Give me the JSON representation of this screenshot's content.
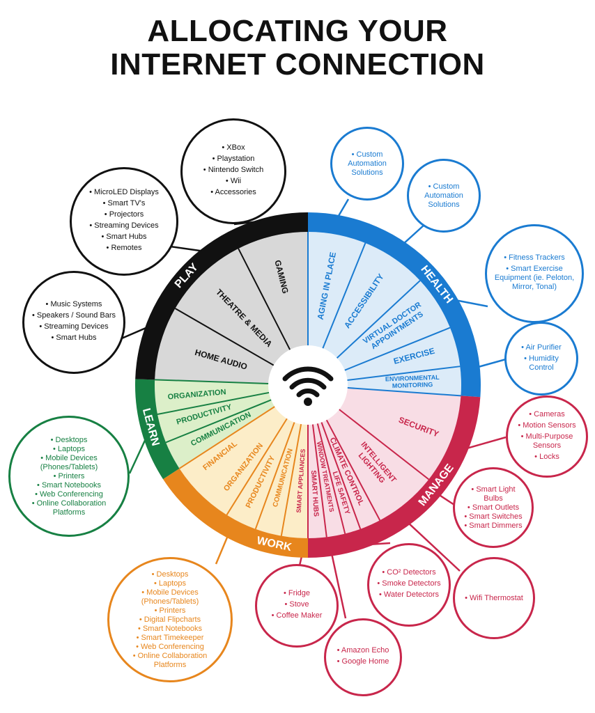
{
  "title": {
    "line1": "ALLOCATING YOUR",
    "line2": "INTERNET CONNECTION"
  },
  "colors": {
    "play": "#111111",
    "health": "#1a7bd1",
    "manage": "#c8264b",
    "work": "#e7861d",
    "learn": "#178043",
    "play_fill": "#d8d8d8",
    "health_fill": "#dcebf8",
    "manage_fill": "#f8dde5",
    "work_fill": "#fcedc8",
    "learn_fill": "#dcefc9"
  },
  "groups": {
    "play": "PLAY",
    "health": "HEALTH",
    "manage": "MANAGE",
    "work": "WORK",
    "learn": "LEARN"
  },
  "segments": {
    "gaming": "GAMING",
    "theatre": "THEATRE & MEDIA",
    "home_audio": "HOME AUDIO",
    "aging": "AGING IN PLACE",
    "accessibility": "ACCESSIBILITY",
    "virtual_doctor_1": "VIRTUAL DOCTOR",
    "virtual_doctor_2": "APPOINTMENTS",
    "exercise": "EXERCISE",
    "environmental_1": "ENVIRONMENTAL",
    "environmental_2": "MONITORING",
    "security": "SECURITY",
    "lighting_1": "INTELLIGENT",
    "lighting_2": "LIGHTING",
    "climate": "CLIMATE CONTROL",
    "life_safety": "LIFE SAFETY",
    "window": "WINDOW TREATMENTS",
    "smart_hubs": "SMART HUBS",
    "smart_appliances": "SMART APPLIANCES",
    "w_communication": "COMMUNICATION",
    "w_productivity": "PRODUCTIVITY",
    "w_organization": "ORGANIZATION",
    "financial": "FINANCIAL",
    "l_communication": "COMMUNICATION",
    "l_productivity": "PRODUCTIVITY",
    "l_organization": "ORGANIZATION"
  },
  "bubbles": {
    "gaming": [
      "XBox",
      "Playstation",
      "Nintendo Switch",
      "Wii",
      "Accessories"
    ],
    "theatre": [
      "MicroLED Displays",
      "Smart TV's",
      "Projectors",
      "Streaming Devices",
      "Smart Hubs",
      "Remotes"
    ],
    "audio": [
      "Music Systems",
      "Speakers / Sound Bars",
      "Streaming Devices",
      "Smart Hubs"
    ],
    "aging": [
      "Custom Automation Solutions"
    ],
    "accessibility": [
      "Custom Automation Solutions"
    ],
    "exercise": [
      "Fitness Trackers",
      "Smart Exercise Equipment (ie. Peloton, Mirror, Tonal)"
    ],
    "environment": [
      "Air Purifier",
      "Humidity Control"
    ],
    "security": [
      "Cameras",
      "Motion Sensors",
      "Multi-Purpose Sensors",
      "Locks"
    ],
    "lighting": [
      "Smart Light Bulbs",
      "Smart Outlets",
      "Smart Switches",
      "Smart Dimmers"
    ],
    "climate": [
      "Wifi Thermostat"
    ],
    "life_safety": [
      "CO² Detectors",
      "Smoke Detectors",
      "Water Detectors"
    ],
    "hubs": [
      "Amazon Echo",
      "Google Home"
    ],
    "appliances": [
      "Fridge",
      "Stove",
      "Coffee Maker"
    ],
    "learn": [
      "Desktops",
      "Laptops",
      "Mobile Devices (Phones/Tablets)",
      "Printers",
      "Smart Notebooks",
      "Web Conferencing",
      "Online Collaboration Platforms"
    ],
    "work": [
      "Desktops",
      "Laptops",
      "Mobile Devices (Phones/Tablets)",
      "Printers",
      "Digital Flipcharts",
      "Smart Notebooks",
      "Smart Timekeeper",
      "Web Conferencing",
      "Online Collaboration Platforms"
    ]
  },
  "icons": {
    "center": "wifi-icon"
  }
}
